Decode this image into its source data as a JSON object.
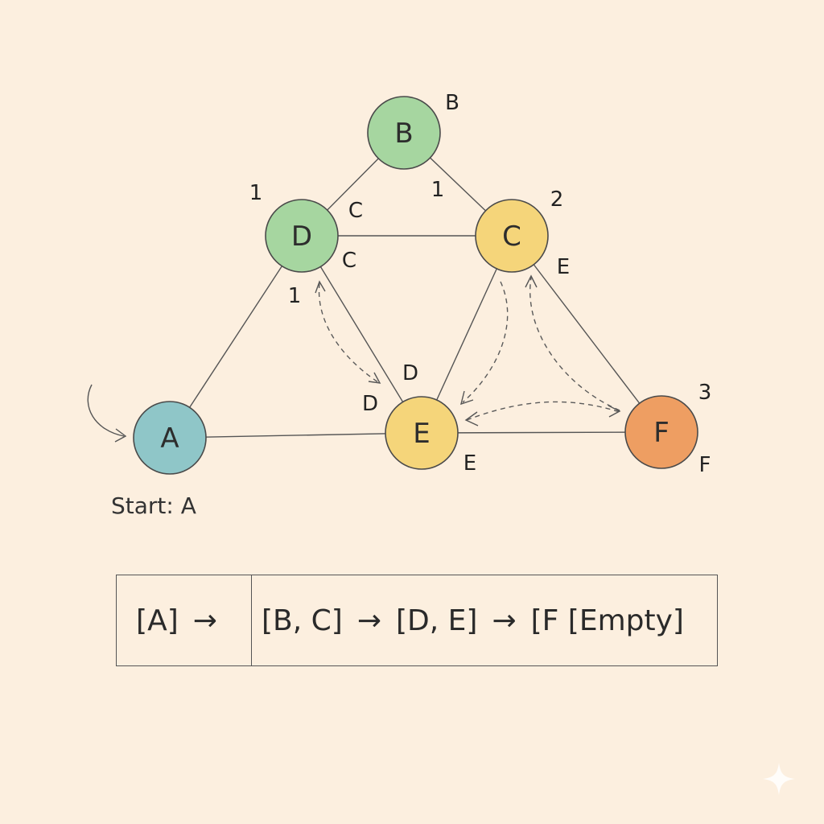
{
  "graph": {
    "nodes": [
      {
        "id": "A",
        "label": "A",
        "color": "#8fc6c8"
      },
      {
        "id": "B",
        "label": "B",
        "color": "#a6d6a0"
      },
      {
        "id": "C",
        "label": "C",
        "color": "#f5d57a"
      },
      {
        "id": "D",
        "label": "D",
        "color": "#a6d6a0"
      },
      {
        "id": "E",
        "label": "E",
        "color": "#f5d57a"
      },
      {
        "id": "F",
        "label": "F",
        "color": "#ee9e62"
      }
    ],
    "edges": [
      [
        "A",
        "D"
      ],
      [
        "A",
        "E"
      ],
      [
        "B",
        "D"
      ],
      [
        "B",
        "C"
      ],
      [
        "D",
        "C"
      ],
      [
        "D",
        "E"
      ],
      [
        "C",
        "E"
      ],
      [
        "C",
        "F"
      ],
      [
        "E",
        "F"
      ]
    ],
    "annotations": {
      "b_label": "B",
      "d_order": "1",
      "d_c_top": "C",
      "d_c_bottom": "C",
      "d_order_below": "1",
      "b_c_order": "1",
      "c_order": "2",
      "c_e": "E",
      "e_d_top": "D",
      "e_d_left": "D",
      "e_e": "E",
      "f_order": "3",
      "f_f": "F"
    }
  },
  "start_label": "Start: A",
  "queue": {
    "first": "[A]",
    "arrow": "→",
    "rest": [
      "[B, C]",
      "[D, E]",
      "[F [Empty]"
    ]
  }
}
